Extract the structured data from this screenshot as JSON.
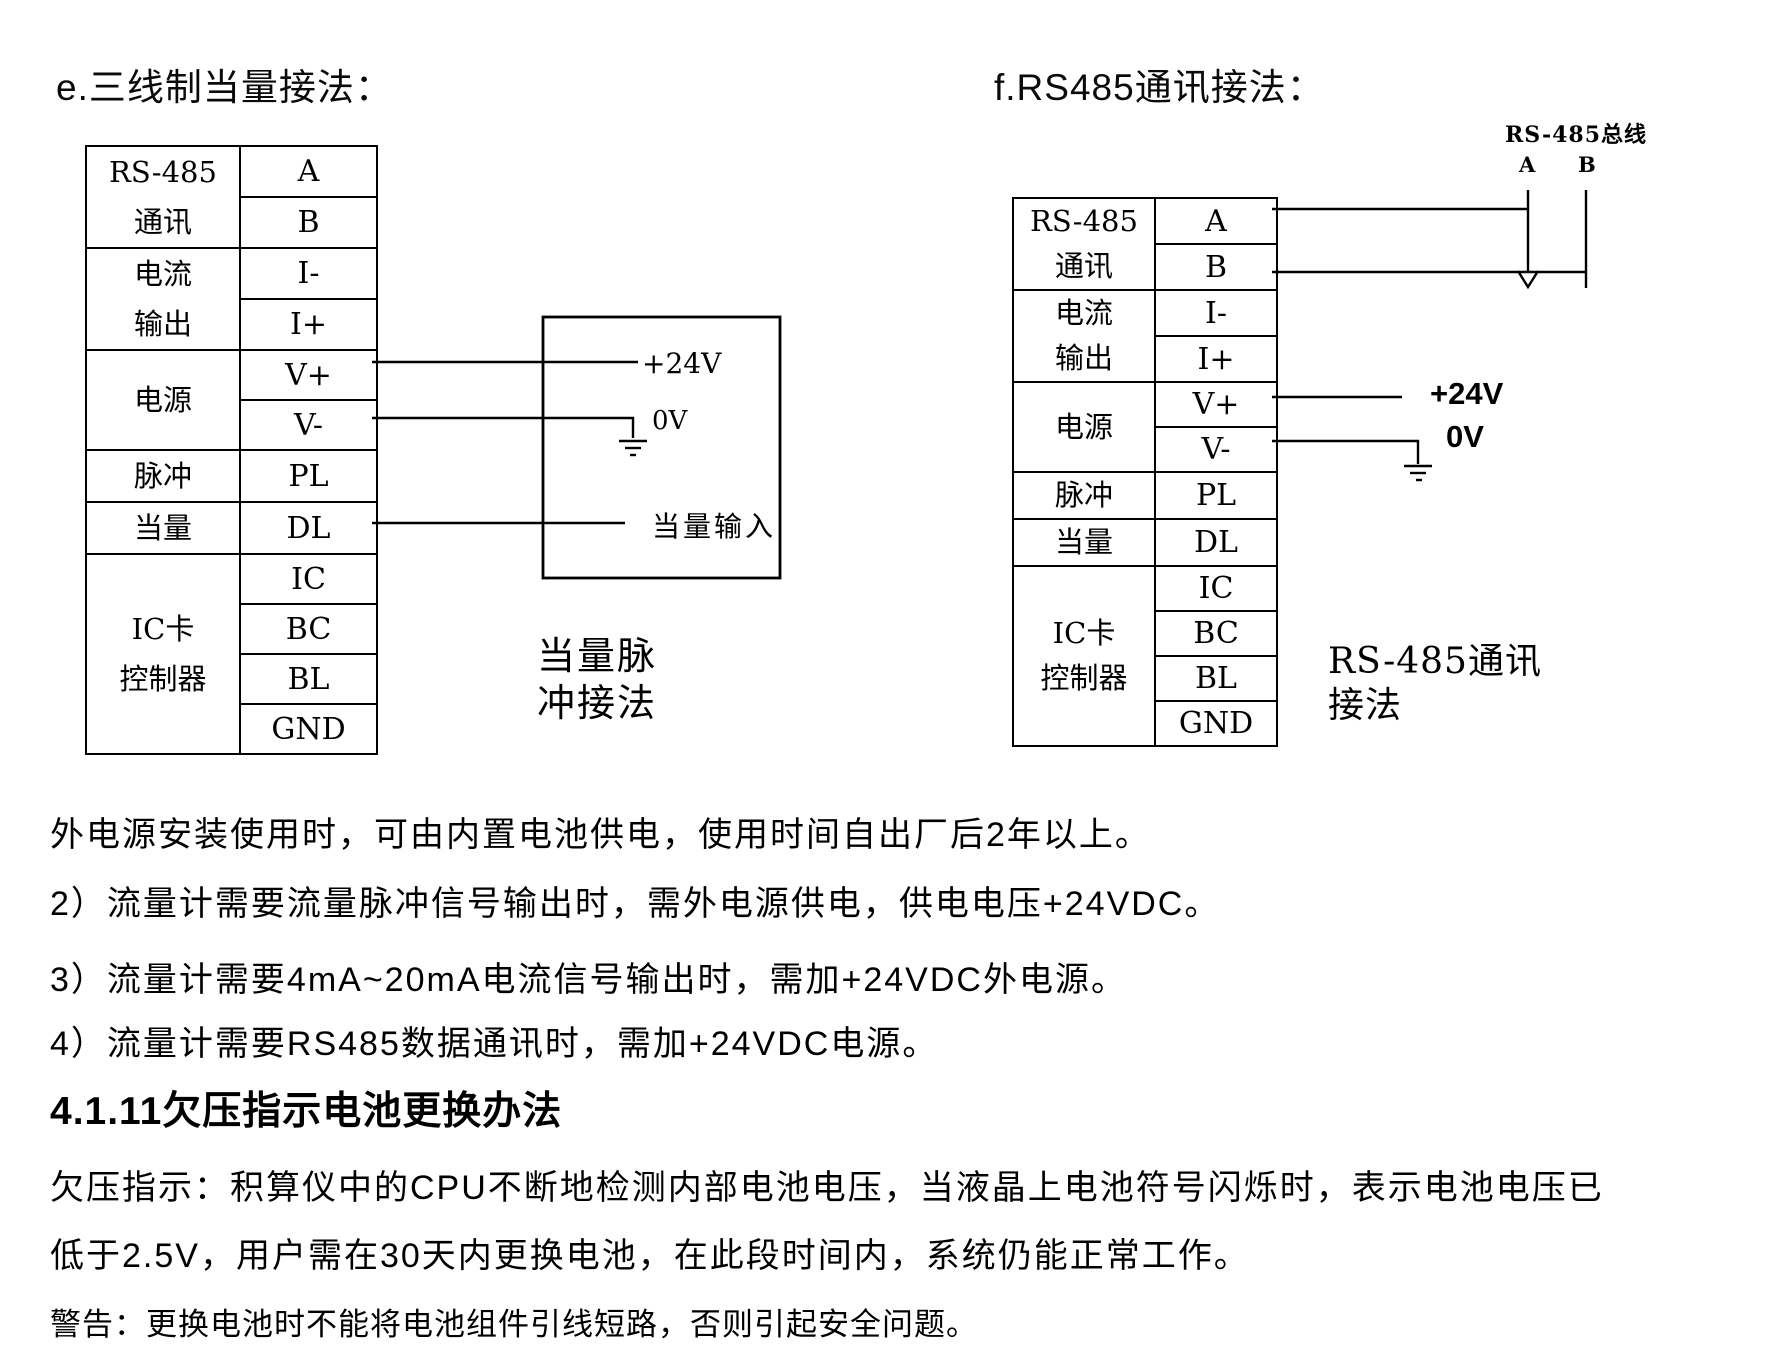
{
  "diagram_e": {
    "title": "e.三线制当量接法：",
    "table": {
      "groups": [
        {
          "label": "RS-485\n通讯"
        },
        {
          "label": "电流\n输出"
        },
        {
          "label": "电源"
        },
        {
          "label": "脉冲"
        },
        {
          "label": "当量"
        },
        {
          "label": "IC卡\n控制器"
        }
      ],
      "terminals": [
        "A",
        "B",
        "I-",
        "I+",
        "V+",
        "V-",
        "PL",
        "DL",
        "IC",
        "BC",
        "BL",
        "GND"
      ]
    },
    "labels": {
      "v_plus": "+24V",
      "zero_v": "0V",
      "equiv_input": "当量输入"
    },
    "caption": "当量脉\n冲接法"
  },
  "diagram_f": {
    "title": "f.RS485通讯接法：",
    "bus": {
      "label": "RS-485总线",
      "a": "A",
      "b": "B"
    },
    "table": {
      "groups": [
        {
          "label": "RS-485\n通讯"
        },
        {
          "label": "电流\n输出"
        },
        {
          "label": "电源"
        },
        {
          "label": "脉冲"
        },
        {
          "label": "当量"
        },
        {
          "label": "IC卡\n控制器"
        }
      ],
      "terminals": [
        "A",
        "B",
        "I-",
        "I+",
        "V+",
        "V-",
        "PL",
        "DL",
        "IC",
        "BC",
        "BL",
        "GND"
      ]
    },
    "labels": {
      "v_plus": "+24V",
      "zero_v": "0V"
    },
    "caption": "RS-485通讯\n接法"
  },
  "body": {
    "para_battery": "外电源安装使用时，可由内置电池供电，使用时间自出厂后2年以上。",
    "para_2": "2）流量计需要流量脉冲信号输出时，需外电源供电，供电电压+24VDC。",
    "para_3": "3）流量计需要4mA~20mA电流信号输出时，需加+24VDC外电源。",
    "para_4": "4）流量计需要RS485数据通讯时，需加+24VDC电源。",
    "heading": "4.1.11欠压指示电池更换办法",
    "para_lowvolt_1": "欠压指示：积算仪中的CPU不断地检测内部电池电压，当液晶上电池符号闪烁时，表示电池电压已",
    "para_lowvolt_2": "低于2.5V，用户需在30天内更换电池，在此段时间内，系统仍能正常工作。",
    "warning": "警告：更换电池时不能将电池组件引线短路，否则引起安全问题。"
  }
}
